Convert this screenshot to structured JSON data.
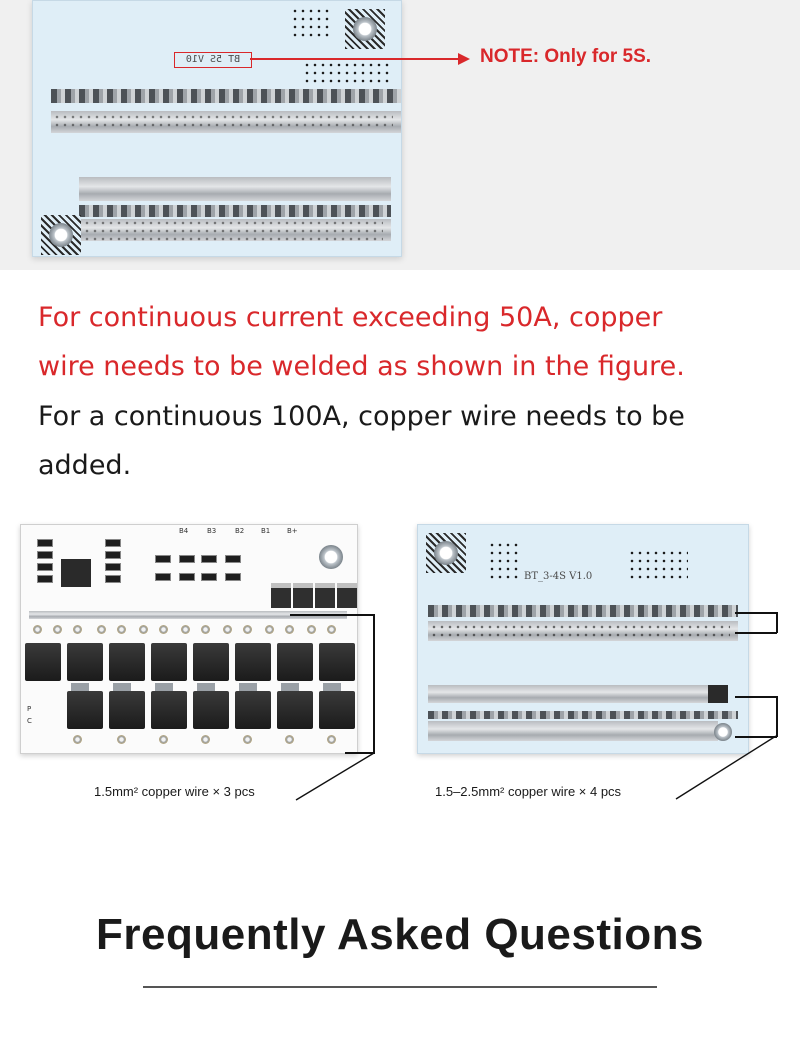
{
  "note": {
    "text": "NOTE: Only for 5S."
  },
  "silkscreen": {
    "text": "BT 5S V10"
  },
  "paragraph": {
    "red_line_1": "For continuous current exceeding 50A, copper",
    "red_line_2": "wire needs to be welded as shown in the figure.",
    "black_line_1": "For a continuous 100A, copper wire needs to be",
    "black_line_2": "added."
  },
  "board_left": {
    "caption": "1.5mm² copper wire × 3 pcs",
    "labels": [
      "B4",
      "B3",
      "B2",
      "B1",
      "B+",
      "P",
      "C"
    ]
  },
  "board_right": {
    "caption": "1.5–2.5mm² copper wire × 4 pcs",
    "silkscreen": "BT_3-4S V1.0"
  },
  "faq": {
    "title": "Frequently Asked Questions"
  },
  "colors": {
    "accent_red": "#d9282b",
    "text": "#1a1a1a",
    "pcb_blue": "#dfeef7"
  }
}
